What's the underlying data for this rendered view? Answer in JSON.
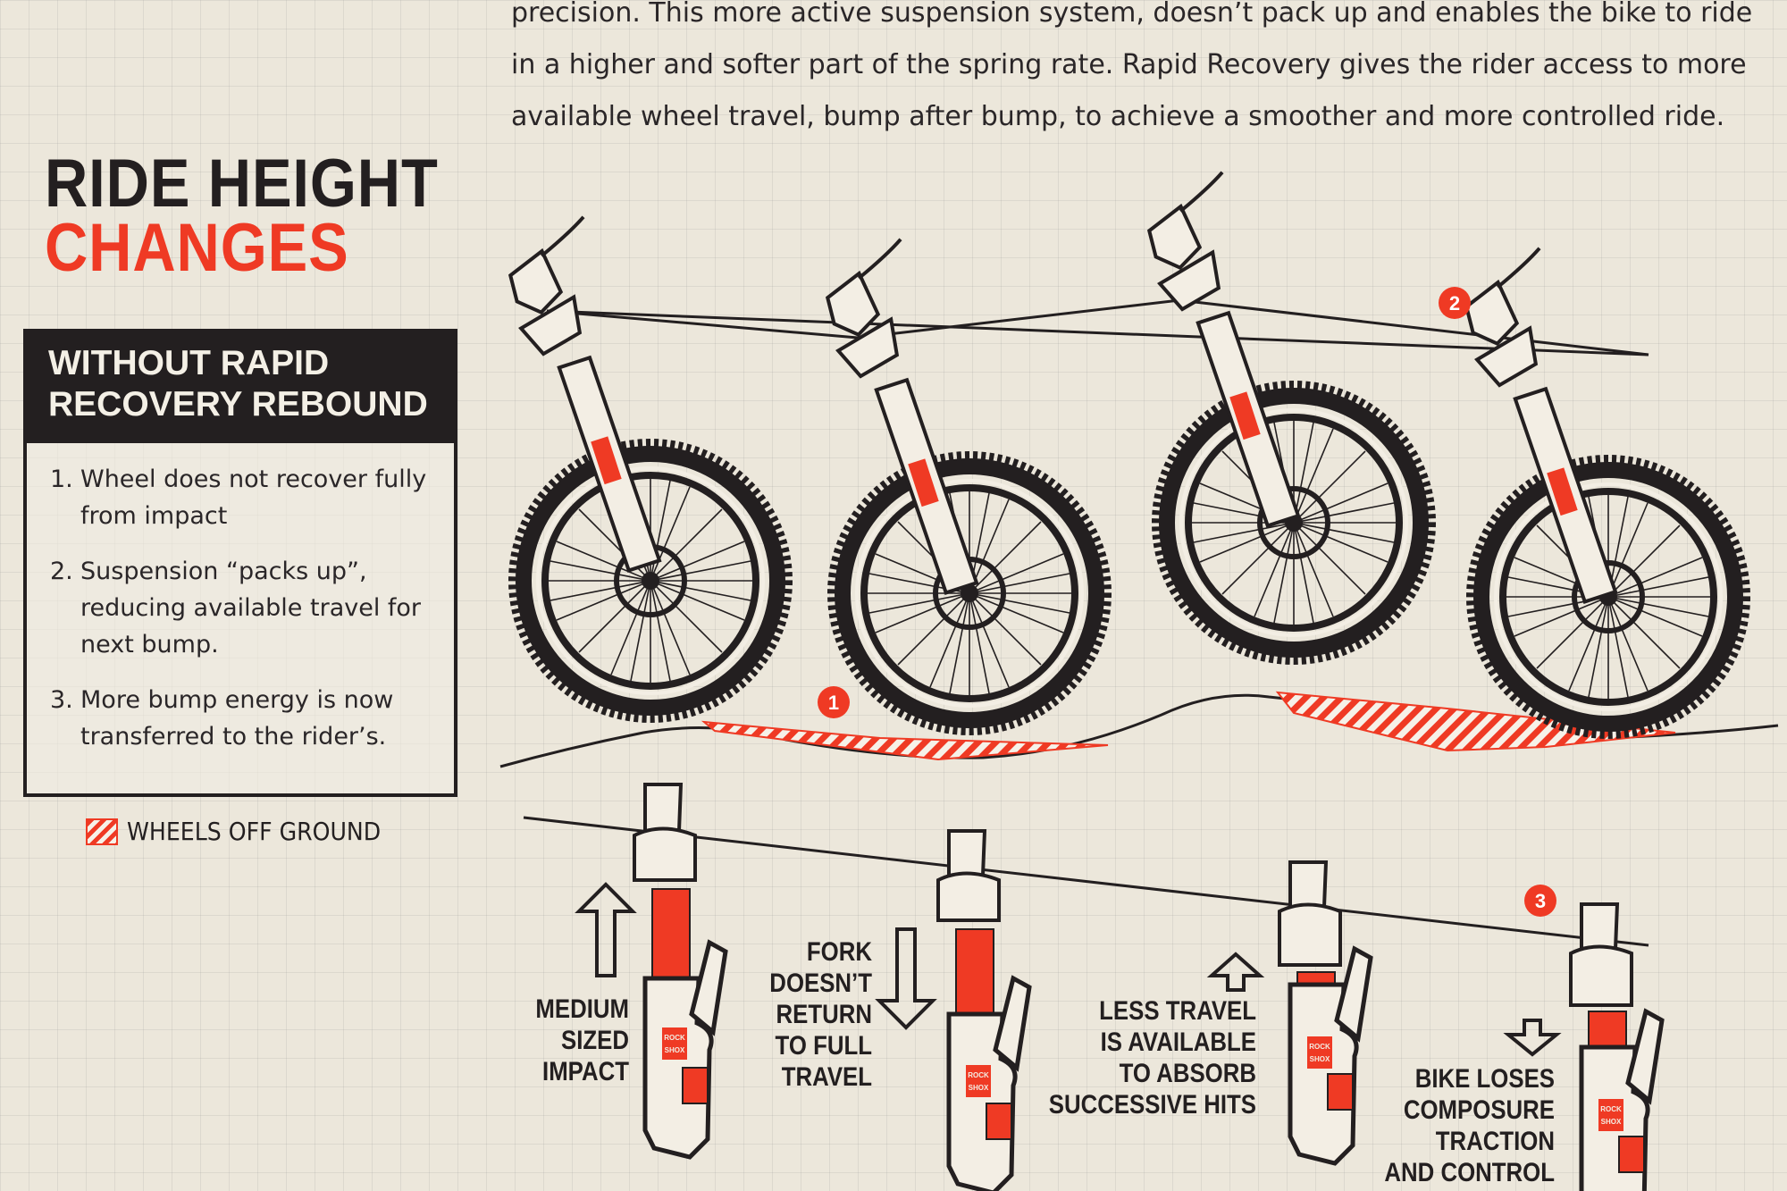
{
  "intro_text": "precision. This more active suspension system, doesn’t pack up and enables the bike to ride in a higher and softer part of the spring rate.  Rapid Recovery gives the rider access to more available wheel travel, bump after bump, to achieve a smoother and more controlled ride.",
  "title": {
    "line1": "RIDE HEIGHT",
    "line2": "CHANGES"
  },
  "panel": {
    "heading_line1": "WITHOUT RAPID",
    "heading_line2": "RECOVERY REBOUND",
    "items": [
      {
        "num": "1.",
        "text": "Wheel does not recover fully from impact"
      },
      {
        "num": "2.",
        "text": "Suspension “packs up”, reducing available travel for next bump."
      },
      {
        "num": "3.",
        "text": "More bump energy is now transferred to the rider’s."
      }
    ]
  },
  "legend": {
    "label": "WHEELS OFF GROUND",
    "color": "#ef3a24"
  },
  "markers": [
    "1",
    "2",
    "3"
  ],
  "fork_badge": {
    "line1": "ROCK",
    "line2": "SHOX"
  },
  "captions": [
    "MEDIUM\nSIZED\nIMPACT",
    "FORK\nDOESN’T\nRETURN\nTO FULL\nTRAVEL",
    "LESS TRAVEL\nIS AVAILABLE\nTO ABSORB\nSUCCESSIVE HITS",
    "BIKE LOSES\nCOMPOSURE\nTRACTION\nAND CONTROL"
  ],
  "colors": {
    "accent": "#ef3a24",
    "ink": "#231f20",
    "paper": "#ece7db"
  }
}
